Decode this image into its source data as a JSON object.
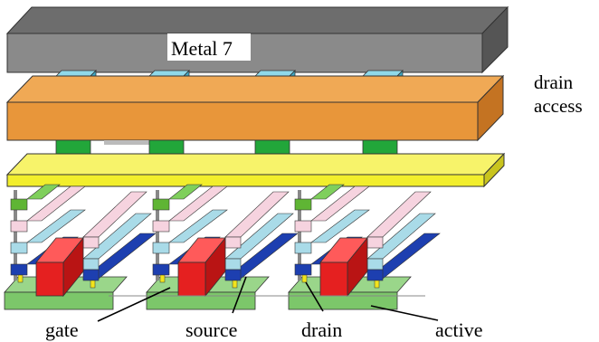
{
  "labels": {
    "metal7": "Metal 7",
    "drain_access": [
      "drain",
      "access"
    ],
    "gate": "gate",
    "source": "source",
    "drain": "drain",
    "active": "active"
  },
  "colors": {
    "metal7": "#8a8a8a",
    "metal7_top": "#6f6f6f",
    "via_top": "#6ecbe0",
    "orange_layer": "#e8963a",
    "via_green": "#22a63a",
    "yellow_layer": "#f2ee2c",
    "gate_red": "#e52020",
    "active_green": "#7cc76a",
    "layer_blue": "#1d3fb0",
    "layer_light_blue": "#a9dbe8",
    "layer_pink": "#f6d3df",
    "layer_green": "#5fb534",
    "contact_yellow": "#f2e41c"
  }
}
